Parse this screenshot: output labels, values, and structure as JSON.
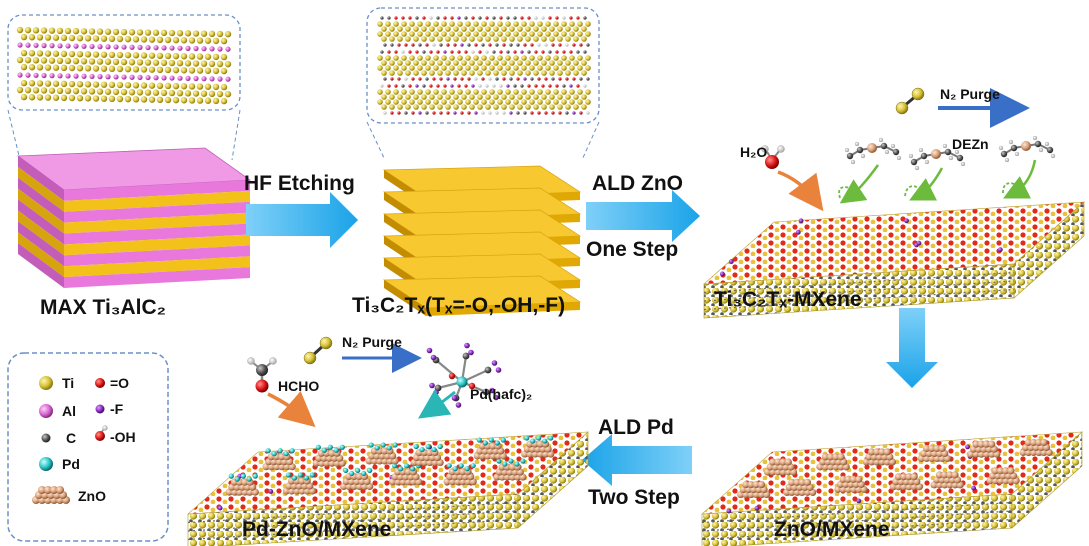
{
  "labels": {
    "max": "MAX Ti₃AlC₂",
    "hf_etching": "HF Etching",
    "ti3c2tx_formula": "Ti₃C₂Tₓ(Tₓ=-O,-OH,-F)",
    "ald_zno": "ALD ZnO",
    "one_step": "One Step",
    "ti3c2tx_mxene": "Ti₃C₂Tₓ-MXene",
    "zno_mxene": "ZnO/MXene",
    "ald_pd": "ALD Pd",
    "two_step": "Two Step",
    "pd_zno_mxene": "Pd-ZnO/MXene",
    "n2_purge_top": "N₂  Purge",
    "dezn": "DEZn",
    "h2o": "H₂O",
    "n2_purge_bottom": "N₂  Purge",
    "hcho": "HCHO",
    "pd_hafc": "Pd(hafc)₂"
  },
  "legend": [
    {
      "label": "Ti",
      "color": "#e8d65a",
      "icon": "ti-sphere"
    },
    {
      "label": "=O",
      "color": "#e02020",
      "icon": "oxygen-sphere"
    },
    {
      "label": "Al",
      "color": "#e07ad8",
      "icon": "al-sphere"
    },
    {
      "label": "-F",
      "color": "#8a2bc0",
      "icon": "fluorine-sphere"
    },
    {
      "label": "C",
      "color": "#555555",
      "icon": "carbon-sphere"
    },
    {
      "label": "-OH",
      "color": "#e02020",
      "icon": "hydroxyl-sphere"
    },
    {
      "label": "Pd",
      "color": "#2ec6c6",
      "icon": "pd-sphere"
    },
    {
      "label": "ZnO",
      "color": "#d9a07a",
      "icon": "zno-cluster"
    }
  ],
  "colors": {
    "arrow_blue": "#1aa3e8",
    "purge_arrow": "#3a6fc8",
    "max_pink": "#e87ad8",
    "gold": "#f2c000",
    "zno": "#d9a07a",
    "orange_arrow": "#e9823a",
    "green_arrow": "#6cbb3c",
    "teal_arrow": "#2bb6b6"
  }
}
